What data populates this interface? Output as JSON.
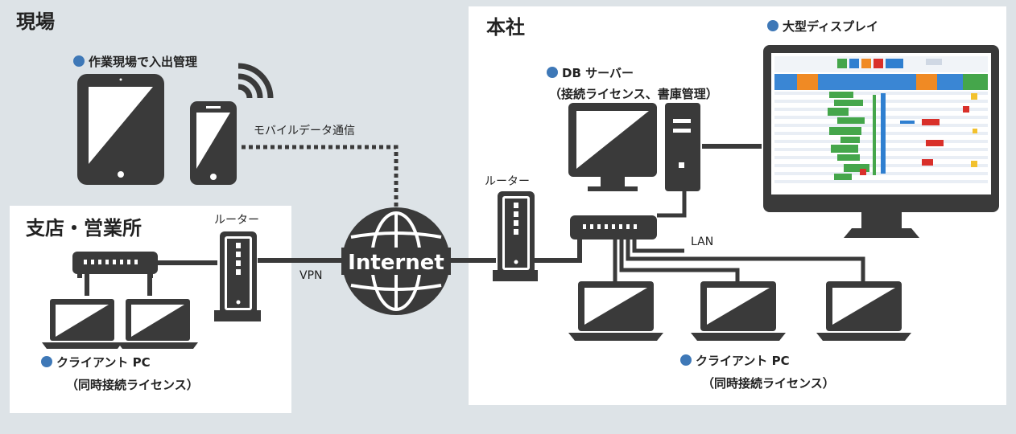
{
  "zones": {
    "field": {
      "title": "現場"
    },
    "branch": {
      "title": "支店・営業所"
    },
    "hq": {
      "title": "本社"
    }
  },
  "labels": {
    "field_access": "作業現場で入出管理",
    "mobile_comm": "モバイルデータ通信",
    "branch_router": "ルーター",
    "vpn": "VPN",
    "internet": "Internet",
    "hq_router": "ルーター",
    "db_server_line1": "DB サーバー",
    "db_server_line2": "（接続ライセンス、書庫管理）",
    "large_display": "大型ディスプレイ",
    "lan": "LAN",
    "branch_client_line1": "クライアント PC",
    "branch_client_line2": "（同時接続ライセンス）",
    "hq_client_line1": "クライアント PC",
    "hq_client_line2": "（同時接続ライセンス）"
  },
  "colors": {
    "bullet": "#3e78b7",
    "device": "#3a3a3a",
    "panel_bg": "#ffffff",
    "page_bg": "#dde3e7",
    "screen_green": "#45a64b",
    "screen_red": "#d9302a",
    "screen_blue": "#2f7fd0",
    "screen_orange": "#f08a24"
  }
}
